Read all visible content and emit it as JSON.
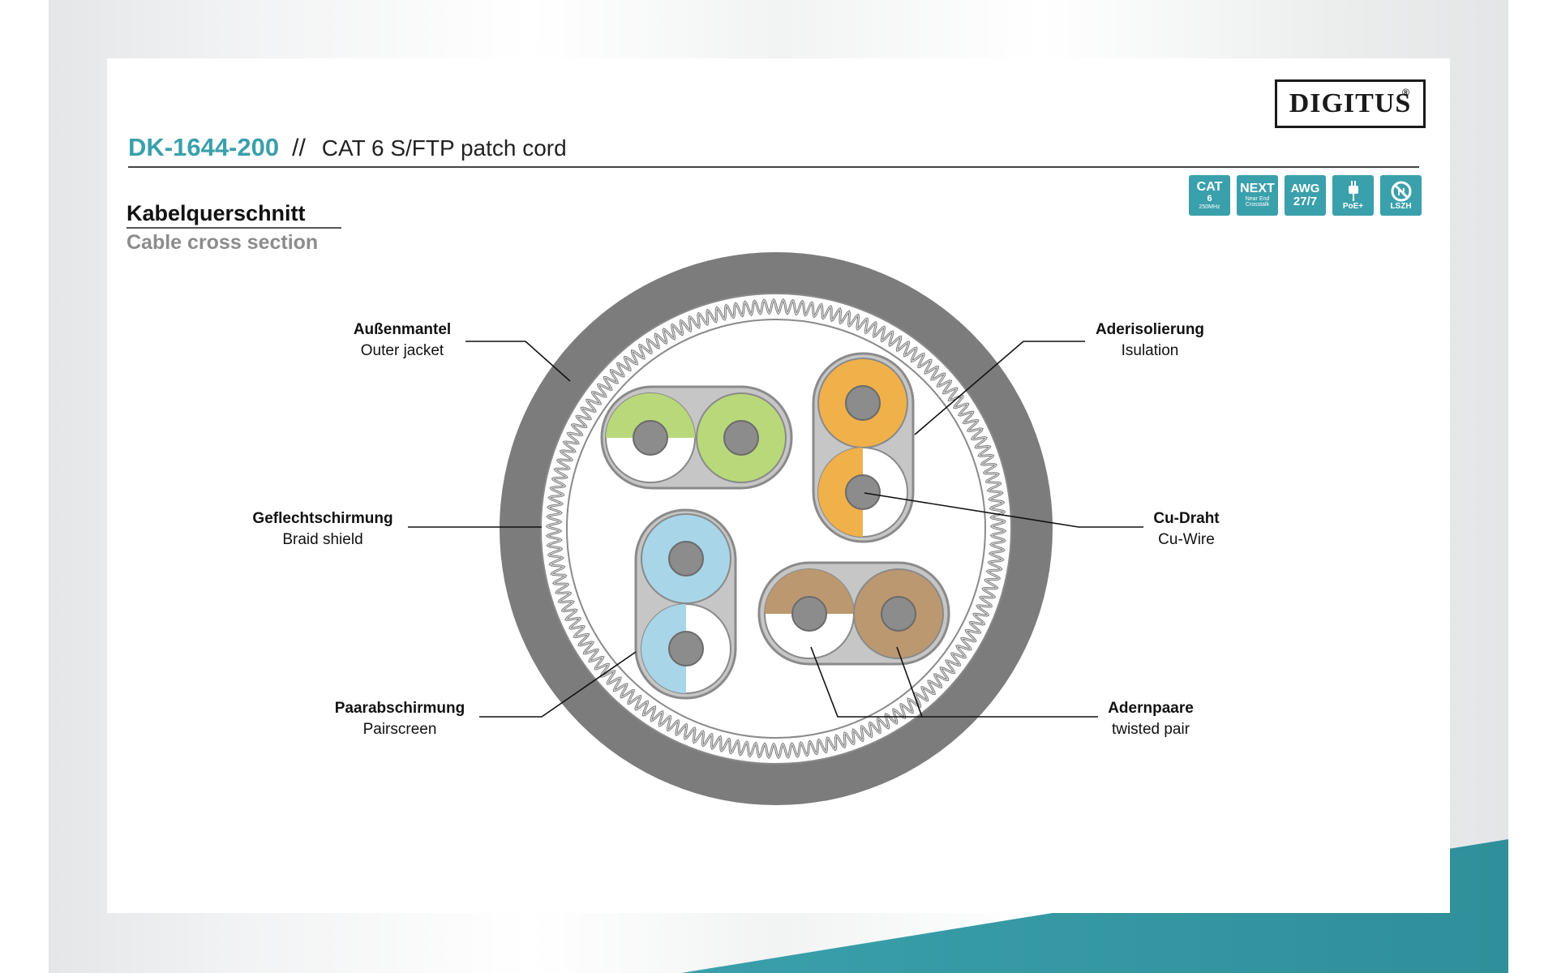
{
  "product": {
    "model": "DK-1644-200",
    "separator": "//",
    "description": "CAT 6 S/FTP patch cord"
  },
  "brand": {
    "logo_text": "DIGITUS",
    "registered": "®"
  },
  "badges": [
    {
      "icon": "cat6-badge-icon",
      "big": "CAT",
      "line2": "6",
      "small": "250MHz"
    },
    {
      "icon": "next-badge-icon",
      "big": "NEXT",
      "small": "Near End Crosstalk"
    },
    {
      "icon": "awg-badge-icon",
      "big": "AWG",
      "line2": "27/7"
    },
    {
      "icon": "poe-plug-icon",
      "small": "PoE+"
    },
    {
      "icon": "lszh-halogen-free-icon",
      "small": "LSZH"
    }
  ],
  "section": {
    "title_de": "Kabelquerschnitt",
    "title_en": "Cable cross section"
  },
  "labels": {
    "outer_jacket": {
      "de": "Außenmantel",
      "en": "Outer jacket"
    },
    "insulation": {
      "de": "Aderisolierung",
      "en": "Isulation"
    },
    "braid_shield": {
      "de": "Geflechtschirmung",
      "en": "Braid shield"
    },
    "cu_wire": {
      "de": "Cu-Draht",
      "en": "Cu-Wire"
    },
    "pair_screen": {
      "de": "Paarabschirmung",
      "en": "Pairscreen"
    },
    "twisted_pair": {
      "de": "Adernpaare",
      "en": "twisted pair"
    }
  },
  "colors": {
    "accent": "#3aa0ab",
    "jacket": "#7d7c7d",
    "pair_screen": "#c6c6c6",
    "pair_green": "#b8d87a",
    "pair_orange": "#f0b04a",
    "pair_blue": "#a9d5e8",
    "pair_brown": "#bc9870",
    "copper": "#8c8c8c"
  }
}
